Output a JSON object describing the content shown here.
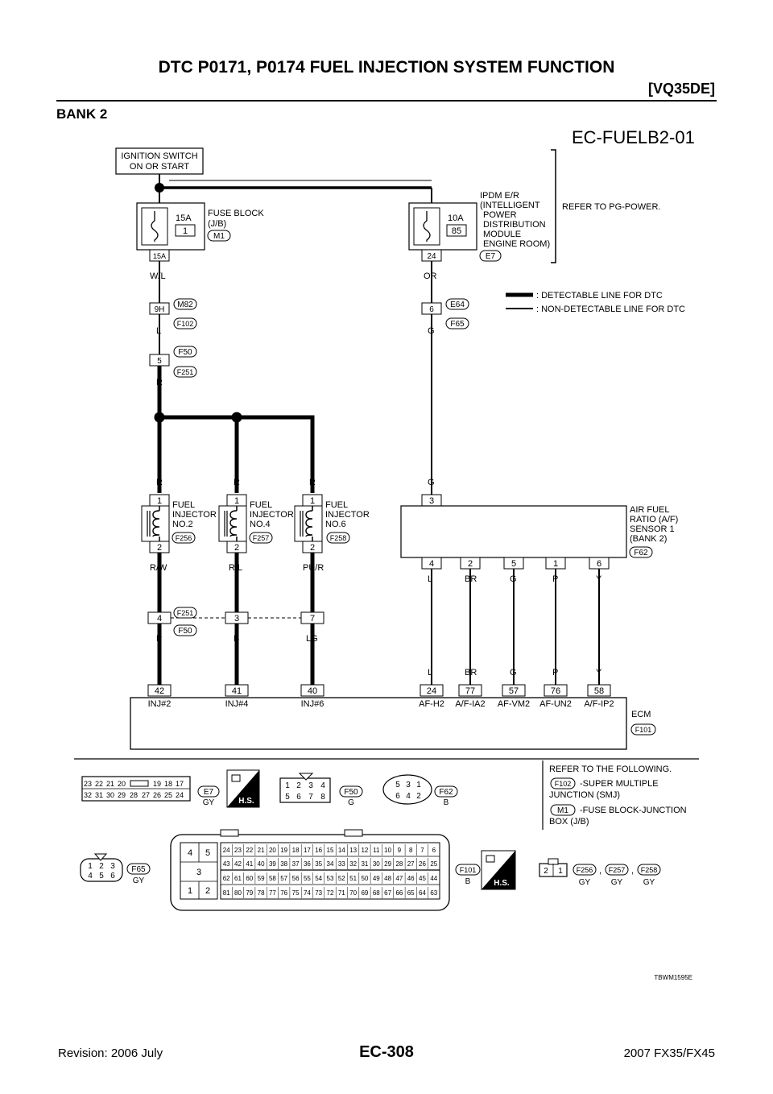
{
  "header": {
    "title": "DTC P0171, P0174 FUEL INJECTION SYSTEM FUNCTION",
    "subtitle": "[VQ35DE]"
  },
  "section_title": "BANK 2",
  "diagram_id": "EC-FUELB2-01",
  "ignition_switch": [
    "IGNITION SWITCH",
    "ON OR START"
  ],
  "fuse_block": {
    "amp": "15A",
    "fuse_no": "1",
    "label": [
      "FUSE BLOCK",
      "(J/B)"
    ],
    "connector": "M1",
    "terminal": "15A"
  },
  "ipdm": {
    "amp": "10A",
    "fuse_no": "85",
    "label": [
      "IPDM E/R",
      "(INTELLIGENT",
      "POWER",
      "DISTRIBUTION",
      "MODULE",
      "ENGINE ROOM)"
    ],
    "connector": "E7",
    "terminal": "24"
  },
  "refer_power": "REFER TO PG-POWER.",
  "legend": {
    "detectable": ": DETECTABLE LINE FOR DTC",
    "non_detectable": ": NON-DETECTABLE LINE FOR DTC"
  },
  "left_chain": {
    "wire1": "W/L",
    "pin1": "9H",
    "conn1a": "M82",
    "conn1b": "F102",
    "wire2": "L",
    "pin2": "5",
    "conn2a": "F50",
    "conn2b": "F251",
    "wire3": "R"
  },
  "right_chain": {
    "wire1": "OR",
    "pin1": "6",
    "conn1a": "E64",
    "conn1b": "F65",
    "wire2": "G",
    "wire3": "G"
  },
  "injectors": [
    {
      "wire_top": "R",
      "pin_top": "1",
      "name": [
        "FUEL",
        "INJECTOR",
        "NO.2"
      ],
      "connector": "F256",
      "pin_bot": "2",
      "wire_mid": "R/W",
      "jpin": "4",
      "wire_low": "P",
      "ecm_pin": "42",
      "ecm_label": "INJ#2"
    },
    {
      "wire_top": "R",
      "pin_top": "1",
      "name": [
        "FUEL",
        "INJECTOR",
        "NO.4"
      ],
      "connector": "F257",
      "pin_bot": "2",
      "wire_mid": "R/L",
      "jpin": "3",
      "wire_low": "B",
      "ecm_pin": "41",
      "ecm_label": "INJ#4"
    },
    {
      "wire_top": "R",
      "pin_top": "1",
      "name": [
        "FUEL",
        "INJECTOR",
        "NO.6"
      ],
      "connector": "F258",
      "pin_bot": "2",
      "wire_mid": "PU/R",
      "jpin": "7",
      "wire_low": "LG",
      "ecm_pin": "40",
      "ecm_label": "INJ#6"
    }
  ],
  "joint_connectors": {
    "a": "F251",
    "b": "F50"
  },
  "af_sensor": {
    "top_pin": "3",
    "name": [
      "AIR FUEL",
      "RATIO (A/F)",
      "SENSOR 1",
      "(BANK 2)"
    ],
    "connector": "F62",
    "pins": [
      {
        "pin": "4",
        "wire": "L",
        "ecm_pin": "24",
        "ecm_label": "AF-H2"
      },
      {
        "pin": "2",
        "wire": "BR",
        "ecm_pin": "77",
        "ecm_label": "A/F-IA2"
      },
      {
        "pin": "5",
        "wire": "G",
        "ecm_pin": "57",
        "ecm_label": "AF-VM2"
      },
      {
        "pin": "1",
        "wire": "P",
        "ecm_pin": "76",
        "ecm_label": "AF-UN2"
      },
      {
        "pin": "6",
        "wire": "Y",
        "ecm_pin": "58",
        "ecm_label": "A/F-IP2"
      }
    ]
  },
  "ecm": {
    "label": "ECM",
    "connector": "F101"
  },
  "connector_views": {
    "e7": {
      "name": "E7",
      "color": "GY",
      "row1": [
        "23",
        "22",
        "21",
        "20",
        "19",
        "18",
        "17"
      ],
      "row2": [
        "32",
        "31",
        "30",
        "29",
        "28",
        "27",
        "26",
        "25",
        "24"
      ]
    },
    "hs": "H.S.",
    "f50": {
      "name": "F50",
      "color": "G",
      "row1": [
        "1",
        "2",
        "3",
        "4"
      ],
      "row2": [
        "5",
        "6",
        "7",
        "8"
      ]
    },
    "f62": {
      "name": "F62",
      "color": "B",
      "row1": [
        "5",
        "3",
        "1"
      ],
      "row2": [
        "6",
        "4",
        "2"
      ]
    },
    "f65": {
      "name": "F65",
      "color": "GY",
      "row1": [
        "1",
        "2",
        "3"
      ],
      "row2": [
        "4",
        "5",
        "6"
      ]
    },
    "f101": {
      "name": "F101",
      "color": "B",
      "small": [
        "4",
        "5",
        "3",
        "1",
        "2"
      ],
      "r1": [
        "24",
        "23",
        "22",
        "21",
        "20",
        "19",
        "18",
        "17",
        "16",
        "15",
        "14",
        "13",
        "12",
        "11",
        "10",
        "9",
        "8",
        "7",
        "6"
      ],
      "r2": [
        "43",
        "42",
        "41",
        "40",
        "39",
        "38",
        "37",
        "36",
        "35",
        "34",
        "33",
        "32",
        "31",
        "30",
        "29",
        "28",
        "27",
        "26",
        "25"
      ],
      "r3": [
        "62",
        "61",
        "60",
        "59",
        "58",
        "57",
        "56",
        "55",
        "54",
        "53",
        "52",
        "51",
        "50",
        "49",
        "48",
        "47",
        "46",
        "45",
        "44"
      ],
      "r4": [
        "81",
        "80",
        "79",
        "78",
        "77",
        "76",
        "75",
        "74",
        "73",
        "72",
        "71",
        "70",
        "69",
        "68",
        "67",
        "66",
        "65",
        "64",
        "63"
      ]
    },
    "inj_conn": {
      "pins": [
        "2",
        "1"
      ],
      "names": [
        "F256",
        "F257",
        "F258"
      ],
      "colors": [
        "GY",
        "GY",
        "GY"
      ],
      "sep": ","
    }
  },
  "refer": {
    "title": "REFER TO THE FOLLOWING.",
    "f102": "F102",
    "f102_text": [
      "-SUPER MULTIPLE",
      "JUNCTION (SMJ)"
    ],
    "m1": "M1",
    "m1_text": [
      "-FUSE BLOCK-JUNCTION",
      "BOX (J/B)"
    ]
  },
  "figure_code": "TBWM1595E",
  "footer": {
    "page": "EC-308",
    "revision": "Revision: 2006 July",
    "model": "2007 FX35/FX45"
  }
}
